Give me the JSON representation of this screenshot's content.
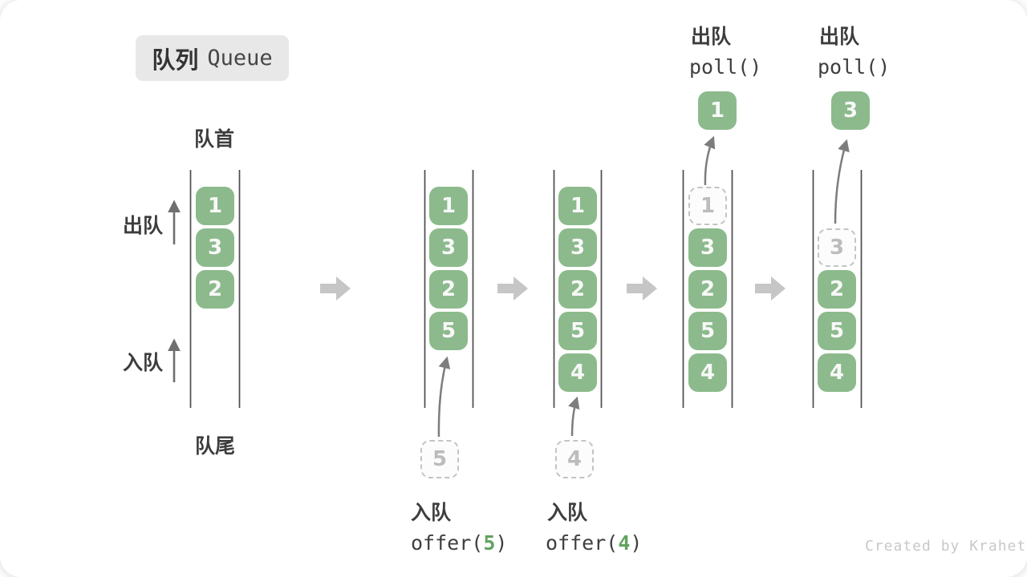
{
  "badge": {
    "zh": "队列",
    "en": "Queue"
  },
  "labels": {
    "front": "队首",
    "rear": "队尾",
    "dequeue": "出队",
    "enqueue": "入队"
  },
  "ops": {
    "offer5": {
      "title": "入队",
      "fn_open": "offer(",
      "arg": "5",
      "fn_close": ")"
    },
    "offer4": {
      "title": "入队",
      "fn_open": "offer(",
      "arg": "4",
      "fn_close": ")"
    },
    "poll1": {
      "title": "出队",
      "fn": "poll()"
    },
    "poll2": {
      "title": "出队",
      "fn": "poll()"
    }
  },
  "states": {
    "s1": {
      "items": [
        "1",
        "3",
        "2"
      ]
    },
    "s2": {
      "items": [
        "1",
        "3",
        "2",
        "5"
      ],
      "incoming": "5"
    },
    "s3": {
      "items": [
        "1",
        "3",
        "2",
        "5",
        "4"
      ],
      "incoming": "4"
    },
    "s4": {
      "removed": "1",
      "items": [
        "3",
        "2",
        "5",
        "4"
      ],
      "polled": "1"
    },
    "s5": {
      "removed": "3",
      "items": [
        "2",
        "5",
        "4"
      ],
      "polled": "3"
    }
  },
  "watermark": "Created by Krahets",
  "colors": {
    "item_green": "#8cba8c",
    "code_arg_green": "#61a35f",
    "block_arrow_gray": "#c6c6c6",
    "dashed_gray": "#c3c3c3"
  }
}
